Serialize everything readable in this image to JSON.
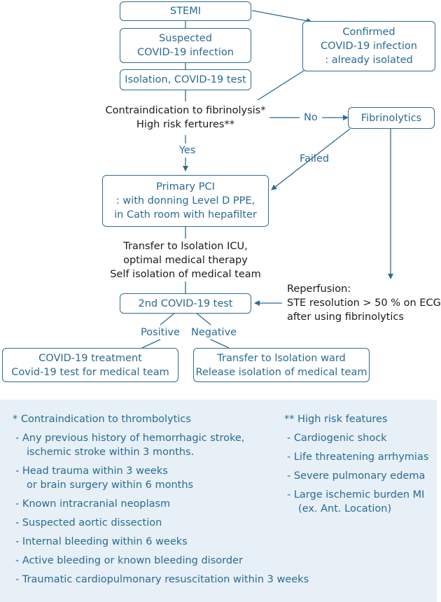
{
  "flowchart": {
    "stemi": "STEMI",
    "suspected": [
      "Suspected",
      "COVID-19 infection"
    ],
    "confirmed": [
      "Confirmed",
      "COVID-19 infection",
      ": already isolated"
    ],
    "isolation_test": "Isolation, COVID-19 test",
    "contraindication": [
      "Contraindication to fibrinolysis*",
      "High risk fertures**"
    ],
    "no_label": "No",
    "fibrinolytics": "Fibrinolytics",
    "yes_label": "Yes",
    "failed_label": "Failed",
    "primary_pci": [
      "Primary PCI",
      ": with donning Level D PPE,",
      "in Cath room with hepafilter"
    ],
    "transfer_icu": [
      "Transfer to lsolation ICU,",
      "optimal medical therapy",
      "Self isolation of medical team"
    ],
    "reperfusion": [
      "Reperfusion:",
      "STE resolution > 50 % on ECG",
      "after using fibrinolytics"
    ],
    "second_test": "2nd COVID-19 test",
    "positive_label": "Positive",
    "negative_label": "Negative",
    "covid_treatment": [
      "COVID-19 treatment",
      "Covid-19 test for medical team"
    ],
    "transfer_ward": [
      "Transfer to lsolation ward",
      "Release isolation of medical team"
    ]
  },
  "notes": {
    "thrombolytics": {
      "heading": "* Contraindication to thrombolytics",
      "items": [
        [
          "- Any previous history of hemorrhagic stroke,",
          "ischemic stroke within 3 months."
        ],
        [
          "- Head trauma within 3 weeks",
          "or brain surgery within 6 months"
        ],
        [
          "- Known intracranial neoplasm"
        ],
        [
          "- Suspected aortic dissection"
        ],
        [
          "- Internal bleeding within 6 weeks"
        ],
        [
          "- Active bleeding or known bleeding disorder"
        ],
        [
          "- Traumatic cardiopulmonary resuscitation within 3 weeks"
        ]
      ]
    },
    "high_risk": {
      "heading": "** High risk features",
      "items": [
        [
          "- Cardiogenic shock"
        ],
        [
          "- Life threatening arrhymias"
        ],
        [
          "- Severe pulmonary edema"
        ],
        [
          "- Large ischemic burden MI",
          "(ex. Ant. Location)"
        ]
      ]
    }
  },
  "colors": {
    "accent": "#2b6a93",
    "border": "#2f6b92",
    "notes_bg": "#e6f0f6"
  }
}
